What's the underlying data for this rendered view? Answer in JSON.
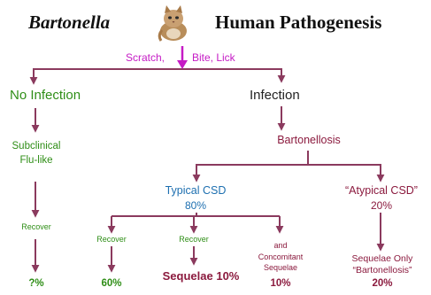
{
  "title": {
    "left": "Bartonella",
    "right": "Human Pathogenesis"
  },
  "cat_icon": "cat-photo",
  "exposure": {
    "left": "Scratch,",
    "right": "Bite, Lick"
  },
  "branches": {
    "no_infection": "No Infection",
    "infection": "Infection"
  },
  "no_infection_path": {
    "subclinical_line1": "Subclinical",
    "subclinical_line2": "Flu-like",
    "recover": "Recover",
    "outcome": "?%"
  },
  "infection_path": {
    "bartonellosis": "Bartonellosis",
    "typical": {
      "label": "Typical CSD",
      "percent": "80%"
    },
    "atypical": {
      "label": "“Atypical CSD”",
      "percent": "20%"
    },
    "typical_outcomes": {
      "recover1": "Recover",
      "recover1_percent": "60%",
      "recover2": "Recover",
      "sequelae": "Sequelae 10%",
      "concomitant_line1": "and",
      "concomitant_line2": "Concomitant",
      "concomitant_line3": "Sequelae",
      "concomitant_percent": "10%"
    },
    "atypical_outcome": {
      "line1": "Sequelae Only",
      "line2": "“Bartonellosis”",
      "percent": "20%"
    }
  },
  "colors": {
    "arrow": "#8b3a5e",
    "exposure": "#c51bc5",
    "no_infection": "#2f8e17",
    "maroon": "#8b1a3e",
    "typical": "#1d6fb0"
  }
}
